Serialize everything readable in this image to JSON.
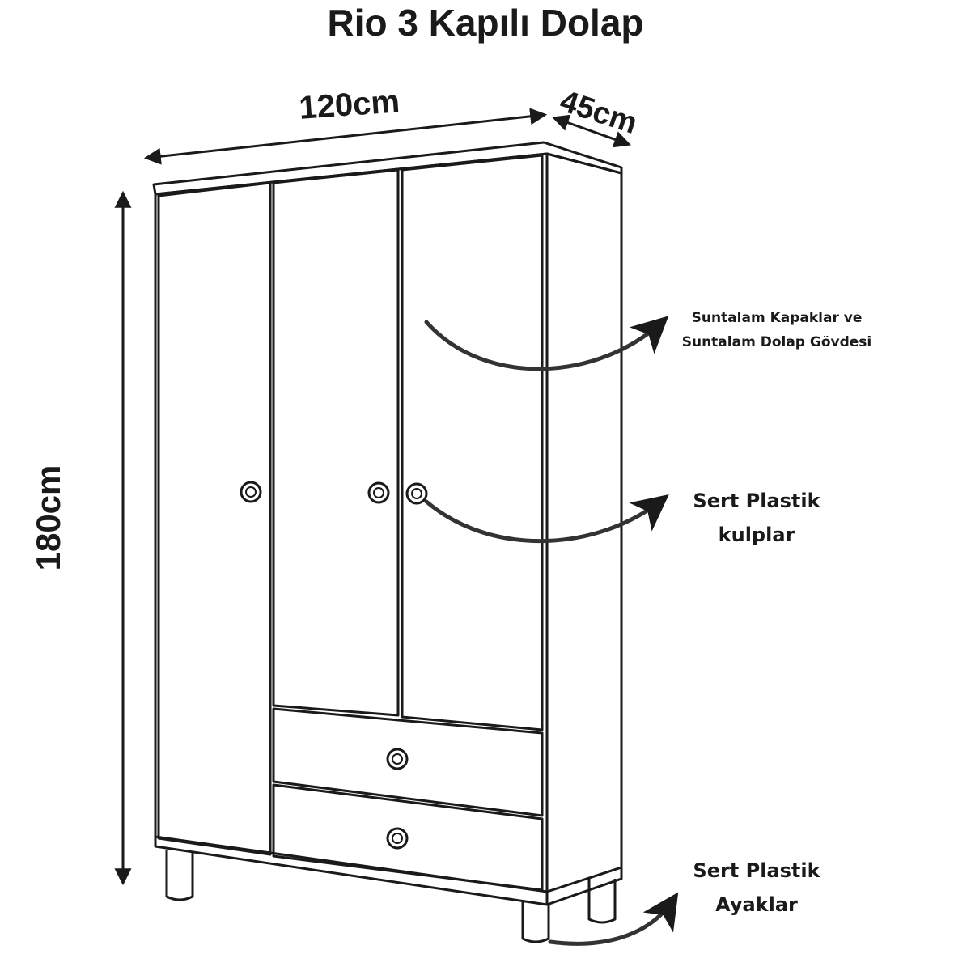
{
  "title": "Rio 3 Kapılı Dolap",
  "dimensions": {
    "width": "120cm",
    "depth": "45cm",
    "height": "180cm"
  },
  "callouts": {
    "body_line1": "Suntalam Kapaklar ve",
    "body_line2": "Suntalam Dolap Gövdesi",
    "handles_line1": "Sert Plastik",
    "handles_line2": "kulplar",
    "feet_line1": "Sert Plastik",
    "feet_line2": "Ayaklar"
  },
  "colors": {
    "line": "#1a1a1a",
    "background": "#ffffff"
  }
}
